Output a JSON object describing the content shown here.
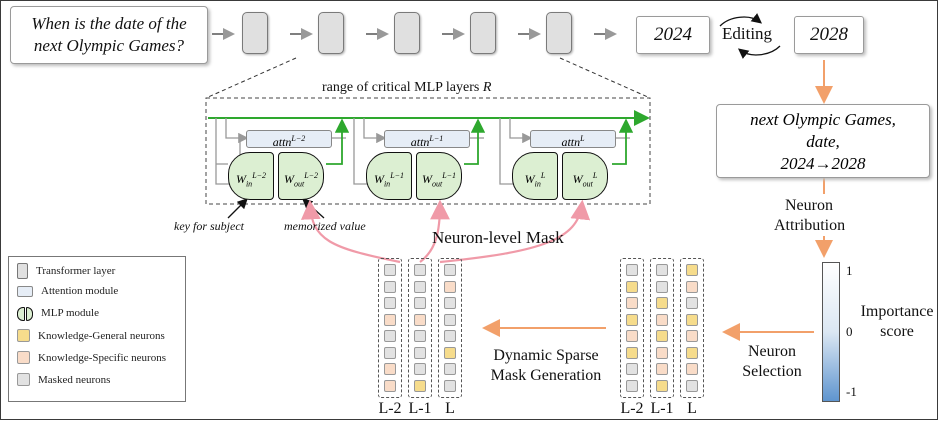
{
  "question": {
    "line1": "When is the date of the",
    "line2": "next Olympic Games?"
  },
  "answers": {
    "old": "2024",
    "new": "2028",
    "edit_label": "Editing"
  },
  "range_label": {
    "text": "range of critical MLP layers ",
    "var": "R"
  },
  "blocks": [
    {
      "attn": "attn",
      "attn_sup": "L−2",
      "w_in": "W",
      "w_in_sub": "in",
      "w_in_sup": "L−2",
      "w_out": "W",
      "w_out_sub": "out",
      "w_out_sup": "L−2"
    },
    {
      "attn": "attn",
      "attn_sup": "L−1",
      "w_in": "W",
      "w_in_sub": "in",
      "w_in_sup": "L−1",
      "w_out": "W",
      "w_out_sub": "out",
      "w_out_sup": "L−1"
    },
    {
      "attn": "attn",
      "attn_sup": "L",
      "w_in": "W",
      "w_in_sub": "in",
      "w_in_sup": "L",
      "w_out": "W",
      "w_out_sub": "out",
      "w_out_sup": "L"
    }
  ],
  "annotations": {
    "key": "key for subject",
    "value": "memorized value",
    "mask": "Neuron-level Mask"
  },
  "triple": {
    "line1": "next Olympic Games,",
    "line2": "date,",
    "line3": "2024→2028"
  },
  "steps": {
    "attribution": {
      "line1": "Neuron",
      "line2": "Attribution"
    },
    "selection": {
      "line1": "Neuron",
      "line2": "Selection"
    },
    "generation": {
      "line1": "Dynamic Sparse",
      "line2": "Mask Generation"
    }
  },
  "score": {
    "label1": "Importance",
    "label2": "score",
    "ticks": [
      "1",
      "0",
      "-1"
    ]
  },
  "legend": [
    {
      "icon": "transformer-layer-icon",
      "label": "Transformer layer"
    },
    {
      "icon": "attention-module-icon",
      "label": "Attention module"
    },
    {
      "icon": "mlp-module-icon",
      "label": "MLP module"
    },
    {
      "icon": "general-neuron-icon",
      "label": "Knowledge-General neurons"
    },
    {
      "icon": "specific-neuron-icon",
      "label": "Knowledge-Specific neurons"
    },
    {
      "icon": "masked-neuron-icon",
      "label": "Masked neurons"
    }
  ],
  "colors": {
    "general": "#f6dc8c",
    "specific": "#f9dcc8",
    "masked": "#e2e2e2",
    "attention": "#e6edf6",
    "mlp": "#dcefd2",
    "green_line": "#2ea82e",
    "orange_arrow": "#f2a06a",
    "pink_arrow": "#f09aa8"
  },
  "grids": {
    "masked_grid": {
      "labels": [
        "L-2",
        "L-1",
        "L"
      ],
      "columns": [
        [
          "m",
          "m",
          "m",
          "s",
          "m",
          "m",
          "s",
          "s"
        ],
        [
          "m",
          "m",
          "m",
          "s",
          "m",
          "m",
          "m",
          "g"
        ],
        [
          "m",
          "s",
          "m",
          "m",
          "m",
          "g",
          "m",
          "m"
        ]
      ]
    },
    "selected_grid": {
      "labels": [
        "L-2",
        "L-1",
        "L"
      ],
      "columns": [
        [
          "m",
          "g",
          "s",
          "g",
          "s",
          "g",
          "m",
          "m"
        ],
        [
          "m",
          "m",
          "g",
          "s",
          "g",
          "s",
          "s",
          "g"
        ],
        [
          "g",
          "s",
          "m",
          "g",
          "s",
          "g",
          "s",
          "m"
        ]
      ]
    }
  }
}
